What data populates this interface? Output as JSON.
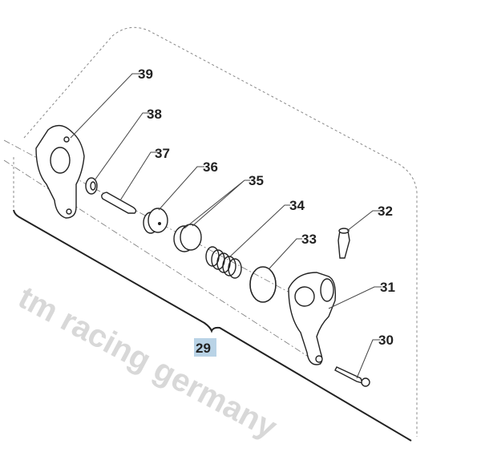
{
  "watermark": "tm racing germany",
  "assembly": {
    "number": "29",
    "highlight_color": "#b9d3e6"
  },
  "parts": [
    {
      "number": "39"
    },
    {
      "number": "38"
    },
    {
      "number": "37"
    },
    {
      "number": "36"
    },
    {
      "number": "35"
    },
    {
      "number": "34"
    },
    {
      "number": "33"
    },
    {
      "number": "32"
    },
    {
      "number": "31"
    },
    {
      "number": "30"
    }
  ]
}
